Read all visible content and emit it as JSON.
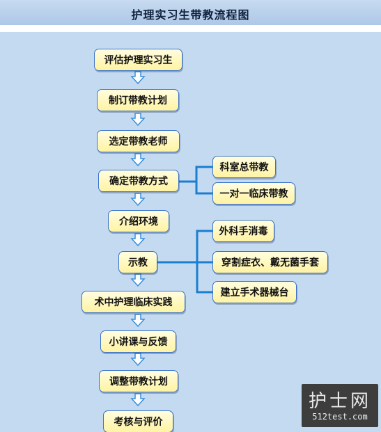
{
  "title": "护理实习生带教流程图",
  "main_steps": [
    {
      "id": "assess",
      "label": "评估护理实习生"
    },
    {
      "id": "plan",
      "label": "制订带教计划"
    },
    {
      "id": "select",
      "label": "选定带教老师"
    },
    {
      "id": "method",
      "label": "确定带教方式"
    },
    {
      "id": "environment",
      "label": "介绍环境"
    },
    {
      "id": "demo",
      "label": "示教"
    },
    {
      "id": "practice",
      "label": "术中护理临床实践"
    },
    {
      "id": "feedback",
      "label": "小讲课与反馈"
    },
    {
      "id": "adjust",
      "label": "调整带教计划"
    },
    {
      "id": "evaluate",
      "label": "考核与评价"
    }
  ],
  "branches": {
    "method": [
      "科室总带教",
      "一对一临床带教"
    ],
    "demo": [
      "外科手消毒",
      "穿割症衣、戴无菌手套",
      "建立手术器械台"
    ]
  },
  "watermark": {
    "logo": "护士网",
    "url": "512test.com"
  },
  "colors": {
    "node_fill": "#fff6b0",
    "node_border": "#3a73c6",
    "arrow": "#3a8fd8",
    "connector": "#1a7fd0",
    "panel": "#c4daf1",
    "header": "#b6cfeb"
  }
}
